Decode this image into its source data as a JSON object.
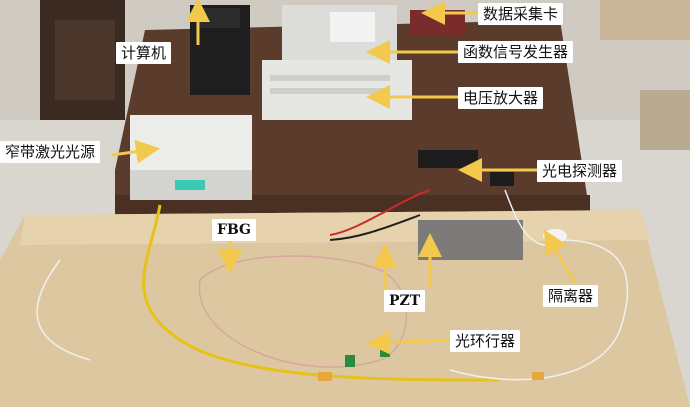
{
  "labels": {
    "daq": "数据采集卡",
    "computer": "计算机",
    "function_generator": "函数信号发生器",
    "voltage_amplifier": "电压放大器",
    "narrowband_laser": "窄带激光光源",
    "photodetector": "光电探测器",
    "fbg": "FBG",
    "pzt": "PZT",
    "isolator": "隔离器",
    "circulator": "光环行器"
  },
  "colors": {
    "arrow": "#f2c94c",
    "label_bg": "#ffffff"
  }
}
